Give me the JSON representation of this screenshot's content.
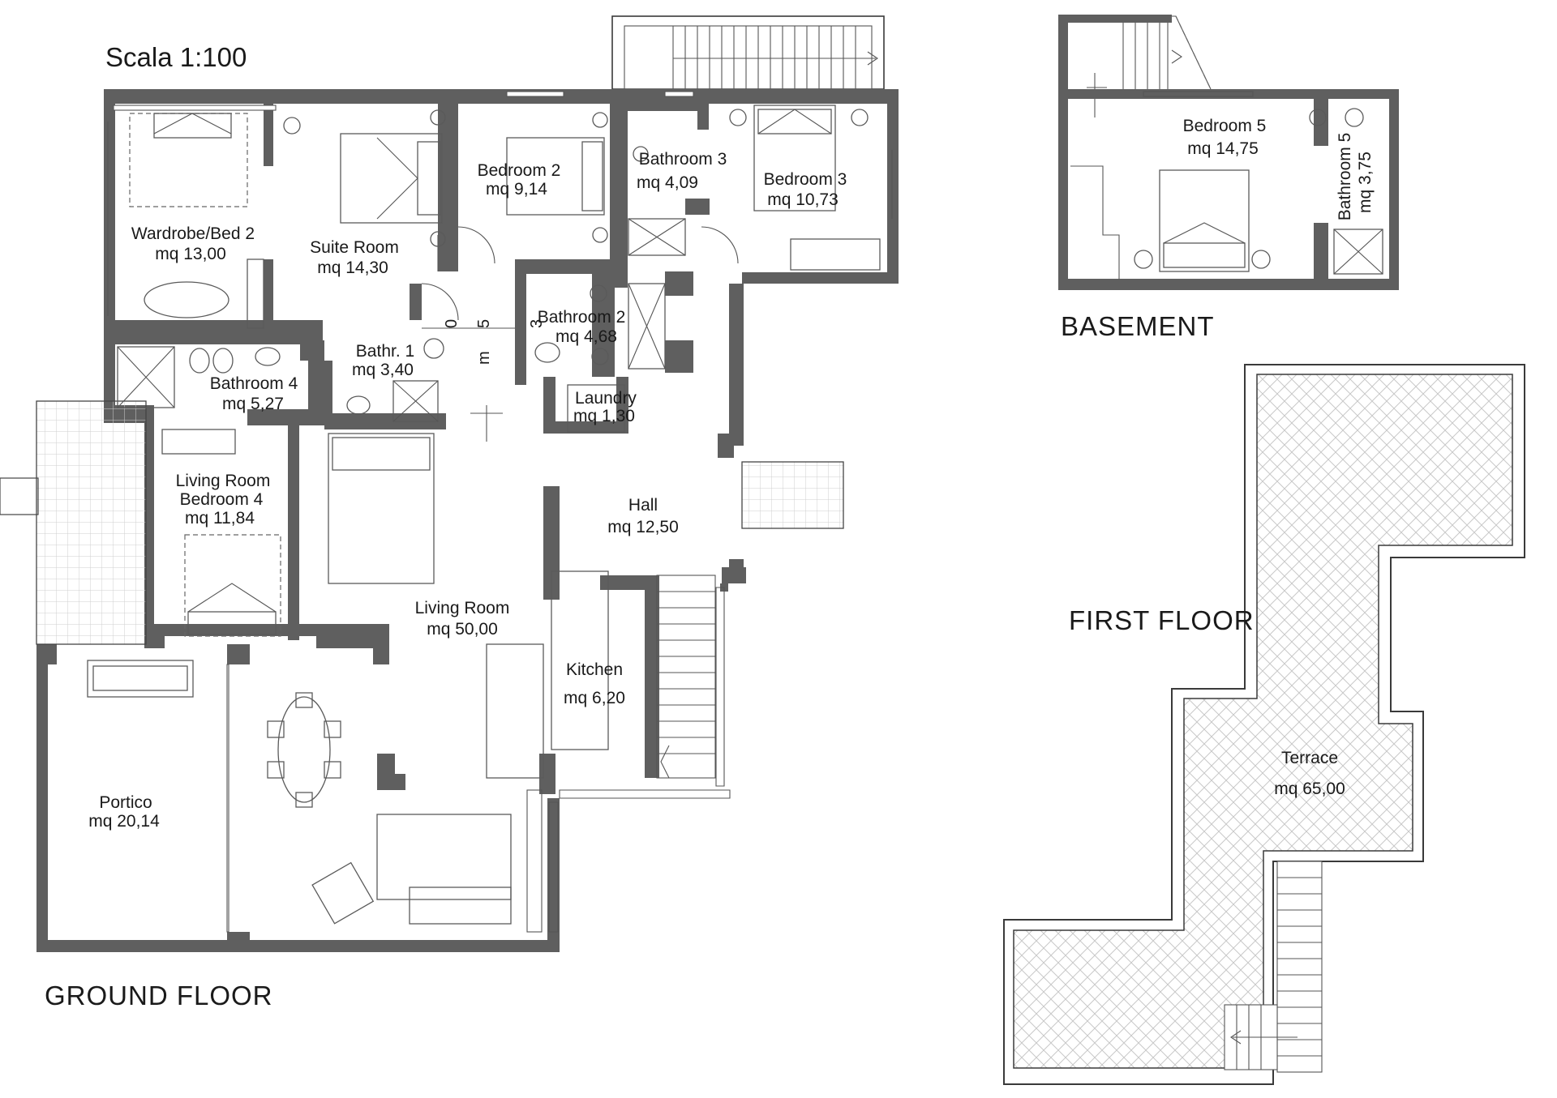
{
  "scale": "Scala 1:100",
  "floors": {
    "ground": "GROUND FLOOR",
    "basement": "BASEMENT",
    "first": "FIRST FLOOR"
  },
  "rooms": {
    "wardrobe_bed_2": {
      "name": "Wardrobe/Bed 2",
      "area": "mq 13,00"
    },
    "suite_room": {
      "name": "Suite Room",
      "area": "mq 14,30"
    },
    "bedroom_2": {
      "name": "Bedroom 2",
      "area": "mq 9,14"
    },
    "bathroom_3": {
      "name": "Bathroom 3",
      "area": "mq 4,09"
    },
    "bedroom_3": {
      "name": "Bedroom 3",
      "area": "mq 10,73"
    },
    "bathroom_2": {
      "name": "Bathroom 2",
      "area": "mq 4,68"
    },
    "bathr_1": {
      "name": "Bathr. 1",
      "area": "mq 3,40"
    },
    "bathroom_4": {
      "name": "Bathroom 4",
      "area": "mq 5,27"
    },
    "laundry": {
      "name": "Laundry",
      "area": "mq 1,30"
    },
    "hall": {
      "name": "Hall",
      "area": "mq 12,50"
    },
    "living_bedroom_4": {
      "line1": "Living Room",
      "line2": "Bedroom 4",
      "area": "mq 11,84"
    },
    "living_room": {
      "name": "Living Room",
      "area": "mq 50,00"
    },
    "kitchen": {
      "name": "Kitchen",
      "area": "mq 6,20"
    },
    "portico": {
      "name": "Portico",
      "area": "mq 20,14"
    },
    "bedroom_5": {
      "name": "Bedroom 5",
      "area": "mq 14,75"
    },
    "bathroom_5": {
      "name": "Bathroom 5",
      "area": "mq 3,75"
    },
    "terrace": {
      "name": "Terrace",
      "area": "mq 65,00"
    }
  },
  "dimension_marks": [
    "0",
    "5",
    "m",
    "3"
  ],
  "colors": {
    "wall": "#5f5f5f",
    "line": "#3a3a3a",
    "hatch": "#c8c8c8"
  }
}
